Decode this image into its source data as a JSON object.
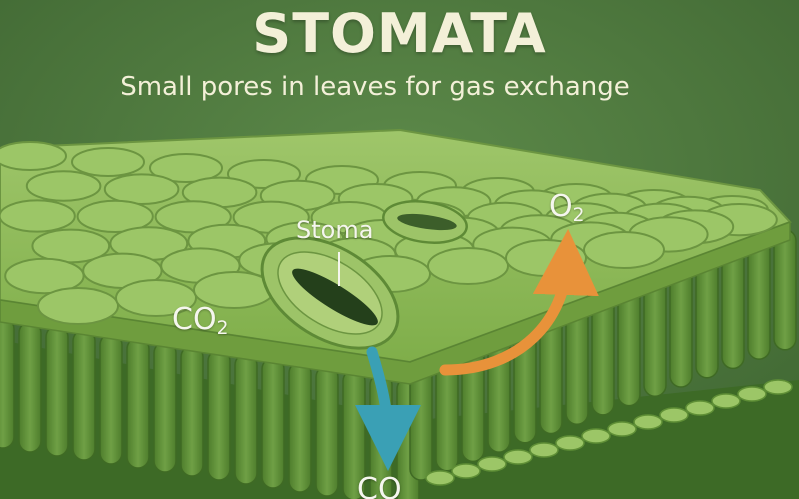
{
  "title": "STOMATA",
  "subtitle": "Small pores in leaves for gas exchange",
  "labels": {
    "stoma": "Stoma",
    "co2_in": {
      "base": "CO",
      "sub": "2"
    },
    "o2": {
      "base": "O",
      "sub": "2"
    },
    "co2_out": {
      "base": "CO",
      "sub": ""
    }
  },
  "colors": {
    "background": "#4f7a3f",
    "leaf_top": "#8fb95a",
    "leaf_cell": "#9cc667",
    "leaf_cell_outline": "#6c9541",
    "palisade": "#5f8f36",
    "guard_cell": "#9dc468",
    "pore": "#24401b",
    "o2_arrow": "#e8923a",
    "co2_arrow": "#3aa0b5",
    "title_text": "#f3f0d8"
  }
}
